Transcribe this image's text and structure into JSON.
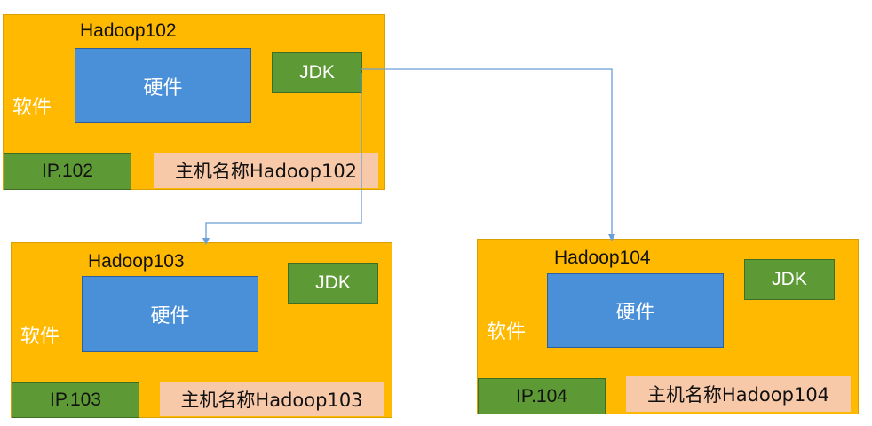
{
  "nodes": [
    {
      "title": "Hadoop102",
      "hardware": "硬件",
      "jdk": "JDK",
      "software": "软件",
      "ip": "IP.102",
      "hostname": "主机名称Hadoop102"
    },
    {
      "title": "Hadoop103",
      "hardware": "硬件",
      "jdk": "JDK",
      "software": "软件",
      "ip": "IP.103",
      "hostname": "主机名称Hadoop103"
    },
    {
      "title": "Hadoop104",
      "hardware": "硬件",
      "jdk": "JDK",
      "software": "软件",
      "ip": "IP.104",
      "hostname": "主机名称Hadoop104"
    }
  ],
  "colors": {
    "node_fill": "#ffb900",
    "hardware_fill": "#4a90d9",
    "jdk_fill": "#5d9a36",
    "ip_fill": "#5d9a36",
    "hostname_fill": "#f8c9a8",
    "arrow": "#6a9fd8"
  }
}
